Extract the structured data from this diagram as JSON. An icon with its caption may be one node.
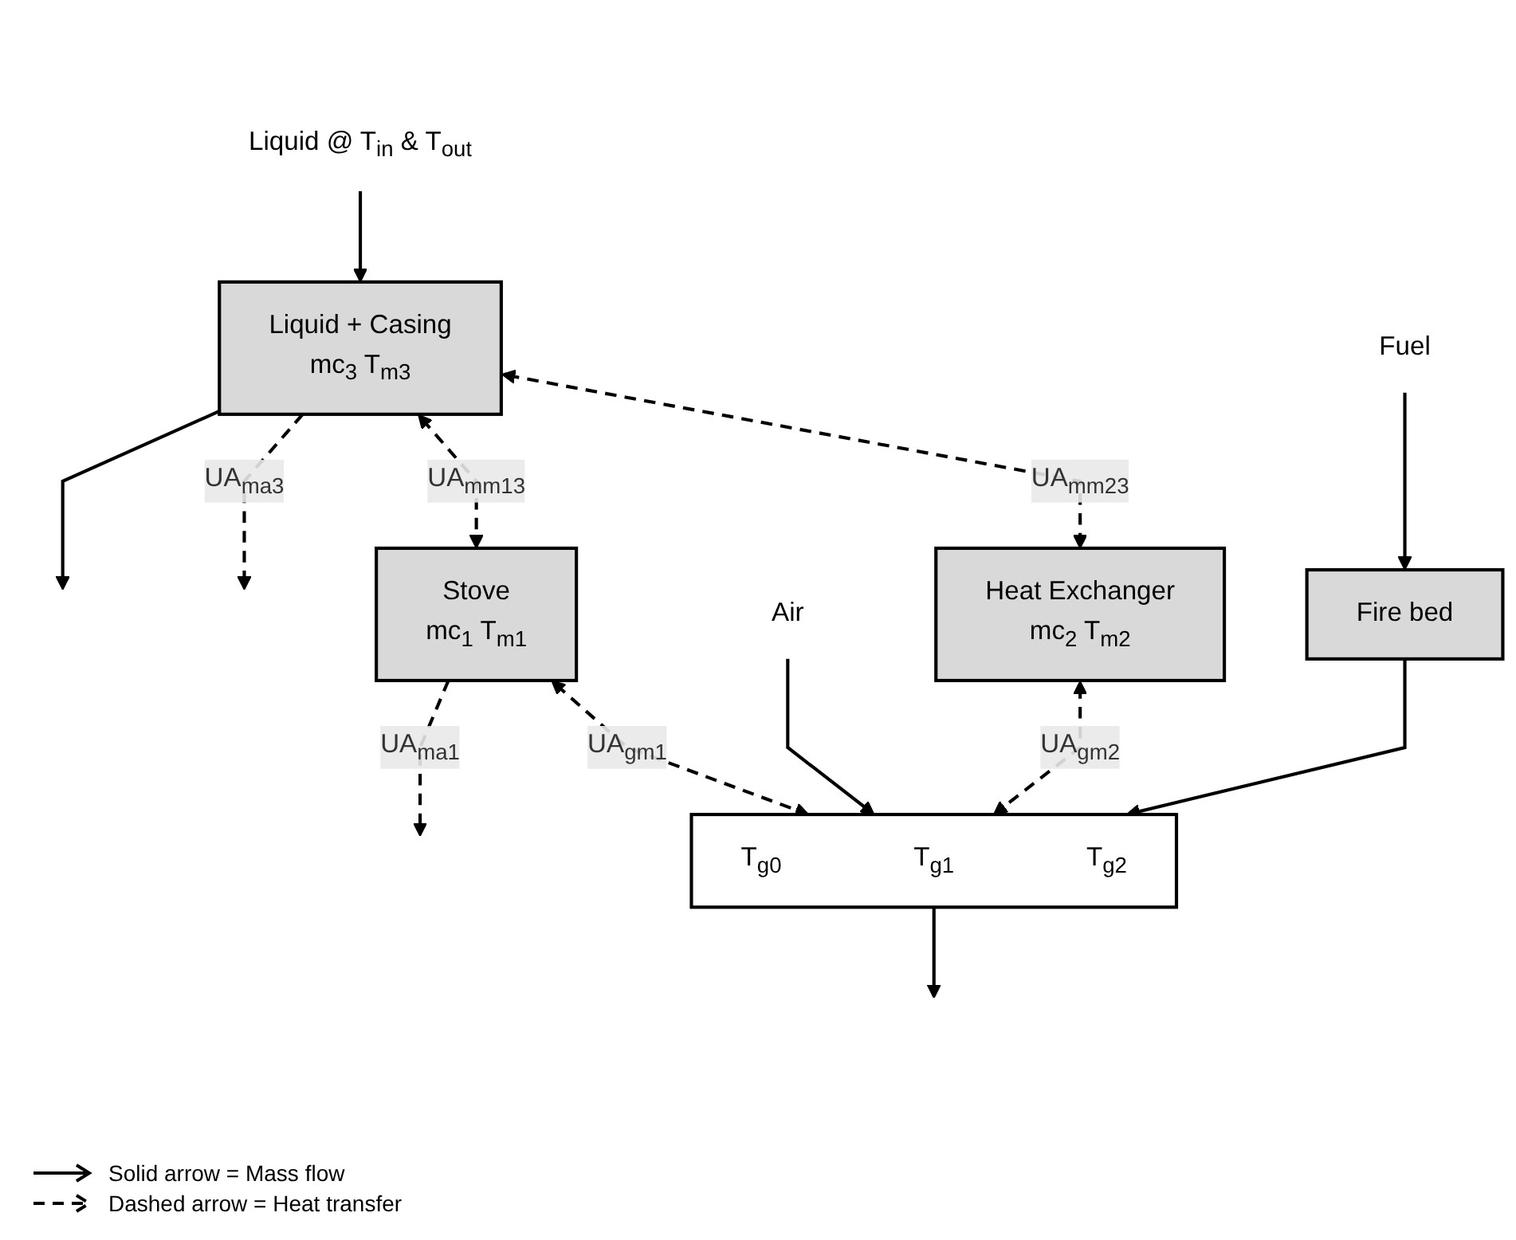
{
  "diagram": {
    "nodes": [
      {
        "text": [
          "Liquid @ T$_{in}$ & T$_{out}$"
        ]
      },
      {
        "text": [
          "Liquid + Casing",
          "mc$_{3}$ T$_{m3}$"
        ]
      },
      {
        "text": [
          "Stove",
          "mc$_{1}$ T$_{m1}$"
        ]
      },
      {
        "text": [
          "Heat Exchanger",
          "mc$_{2}$ T$_{m2}$"
        ]
      },
      {
        "text": [
          "Fuel"
        ]
      },
      {
        "text": [
          "Fire bed"
        ]
      },
      {
        "text": [
          "Air"
        ]
      },
      {
        "text": [
          "T$_{g0}$",
          "T$_{g1}$",
          "T$_{g2}$"
        ]
      }
    ],
    "edges": [
      {
        "from": 0,
        "to": 1,
        "arrow": "to"
      },
      {
        "from": 1,
        "to": null,
        "arrow": "to"
      },
      {
        "from": 1,
        "to": null,
        "arrow": "to",
        "style": "dashed",
        "label": "UA$_{ma3}$"
      },
      {
        "from": 1,
        "to": 2,
        "arrow": "both",
        "style": "dashed",
        "label": "UA$_{mm13}$"
      },
      {
        "from": 1,
        "to": 3,
        "arrow": "both",
        "style": "dashed",
        "label": "UA$_{mm23}$"
      },
      {
        "from": 2,
        "to": null,
        "arrow": "to",
        "style": "dashed",
        "label": "UA$_{ma1}$"
      },
      {
        "from": 2,
        "to": 7,
        "arrow": "both",
        "style": "dashed",
        "label": "UA$_{gm1}$"
      },
      {
        "from": 3,
        "to": 7,
        "arrow": "both",
        "style": "dashed",
        "label": "UA$_{gm2}$"
      },
      {
        "from": 4,
        "to": 5,
        "arrow": "to"
      },
      {
        "from": 5,
        "to": 7,
        "arrow": "to"
      },
      {
        "from": 6,
        "to": 7,
        "arrow": "to"
      },
      {
        "from": 7,
        "to": null,
        "arrow": "to"
      }
    ],
    "legend": [
      {
        "text": "Solid arrow = Mass flow"
      },
      {
        "text": "Dashed arrow = Heat transfer"
      }
    ]
  }
}
